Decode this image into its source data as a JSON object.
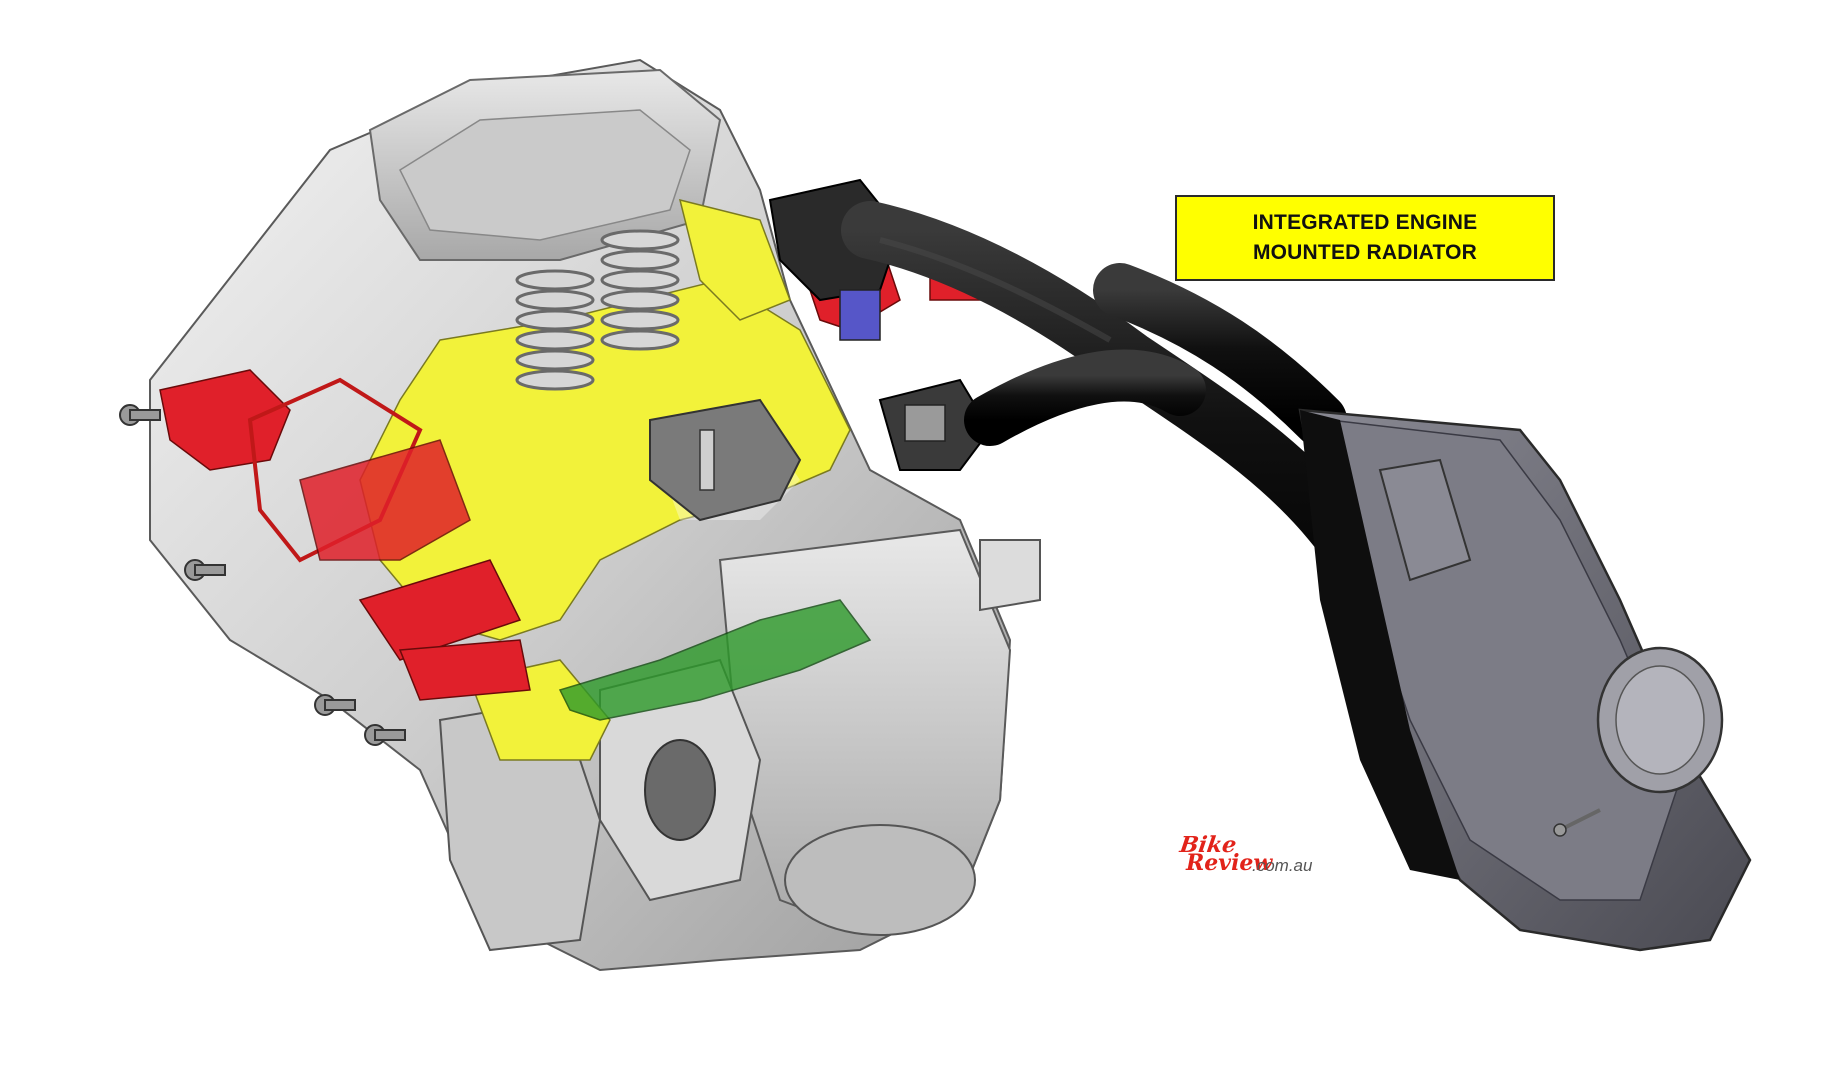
{
  "callout": {
    "line1": "INTEGRATED ENGINE",
    "line2": "MOUNTED RADIATOR"
  },
  "watermark": {
    "brand_top": "Bike",
    "brand_bottom": "Review",
    "domain": ".com.au"
  },
  "colors": {
    "background": "#ffffff",
    "callout_fill": "#ffff00",
    "section_yellow": "#f2f23a",
    "section_red": "#e0202a",
    "section_green": "#2d9a2a",
    "hose_black": "#151515",
    "radiator_grey": "#6e6e78",
    "engine_silver": "#d4d4d4",
    "watermark_red": "#e2231a"
  }
}
